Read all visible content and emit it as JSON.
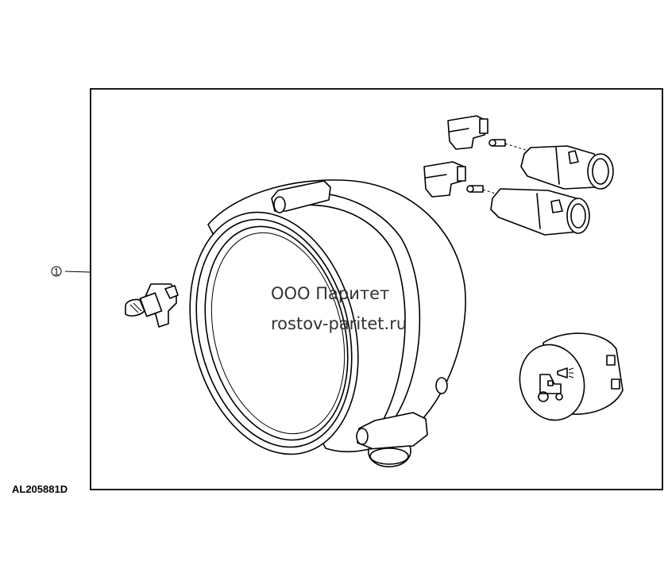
{
  "callout": {
    "number": "1"
  },
  "figure": {
    "reference_code": "AL205881D"
  },
  "watermark": {
    "line1": "ООО Паритет",
    "line2": "rostov-paritet.ru"
  },
  "icons": {
    "lamp_housing": "work-lamp-housing-icon",
    "bulb": "halogen-bulb-icon",
    "connector": "electrical-connector-icon",
    "switch": "lamp-switch-icon"
  }
}
